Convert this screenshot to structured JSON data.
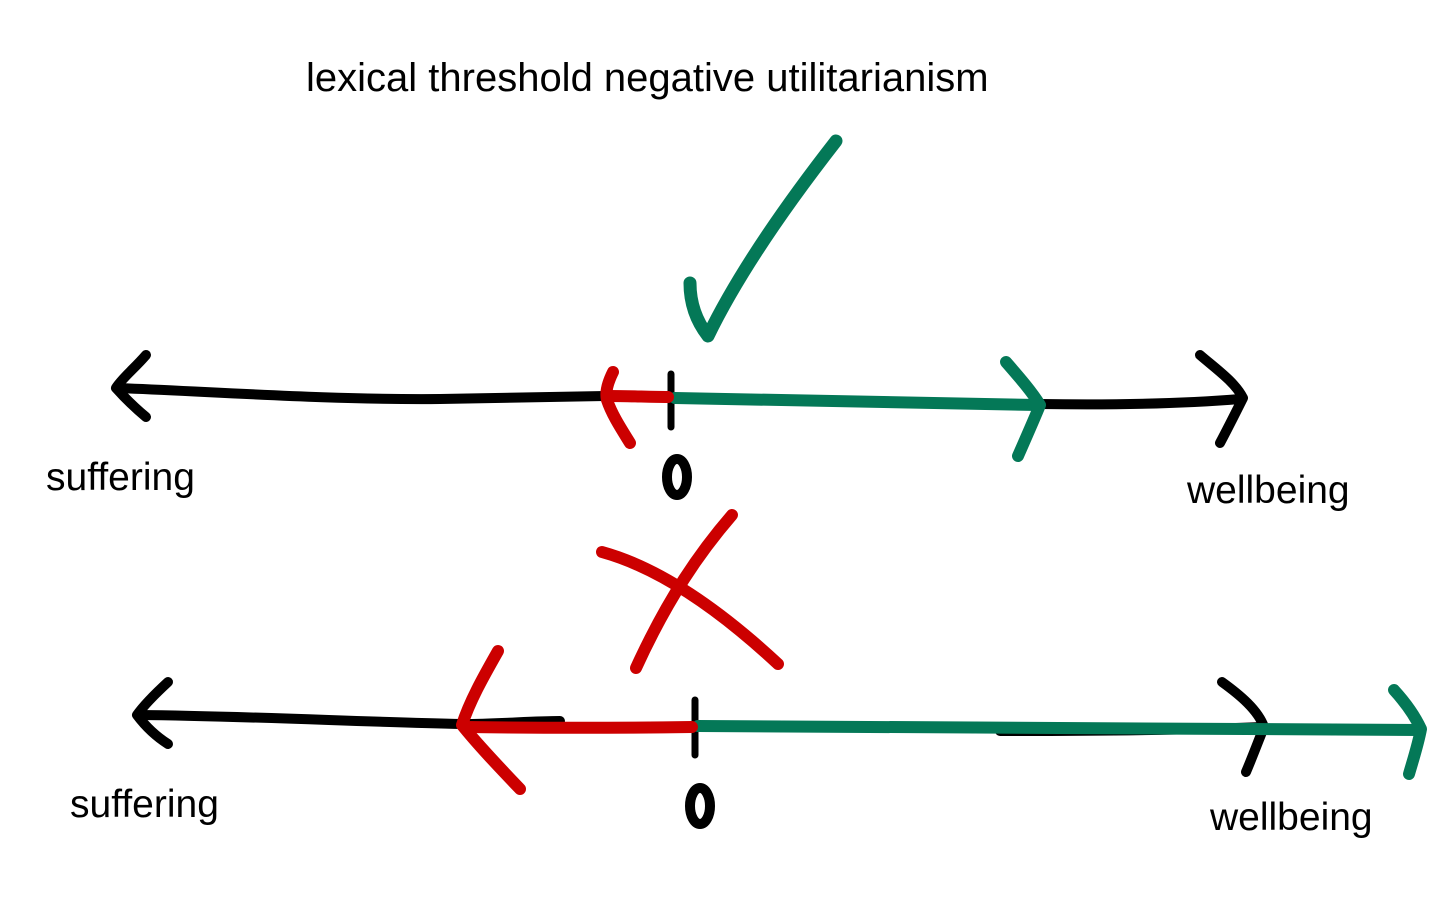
{
  "title": "lexical threshold negative utilitarianism",
  "colors": {
    "axis": "#000000",
    "negative": "#cc0000",
    "positive": "#047857"
  },
  "lines": [
    {
      "verdict": "accepted",
      "verdict_icon": "checkmark-icon",
      "negative_label": "suffering",
      "positive_label": "wellbeing",
      "origin_label": "0"
    },
    {
      "verdict": "rejected",
      "verdict_icon": "cross-icon",
      "negative_label": "suffering",
      "positive_label": "wellbeing",
      "origin_label": "0"
    }
  ]
}
